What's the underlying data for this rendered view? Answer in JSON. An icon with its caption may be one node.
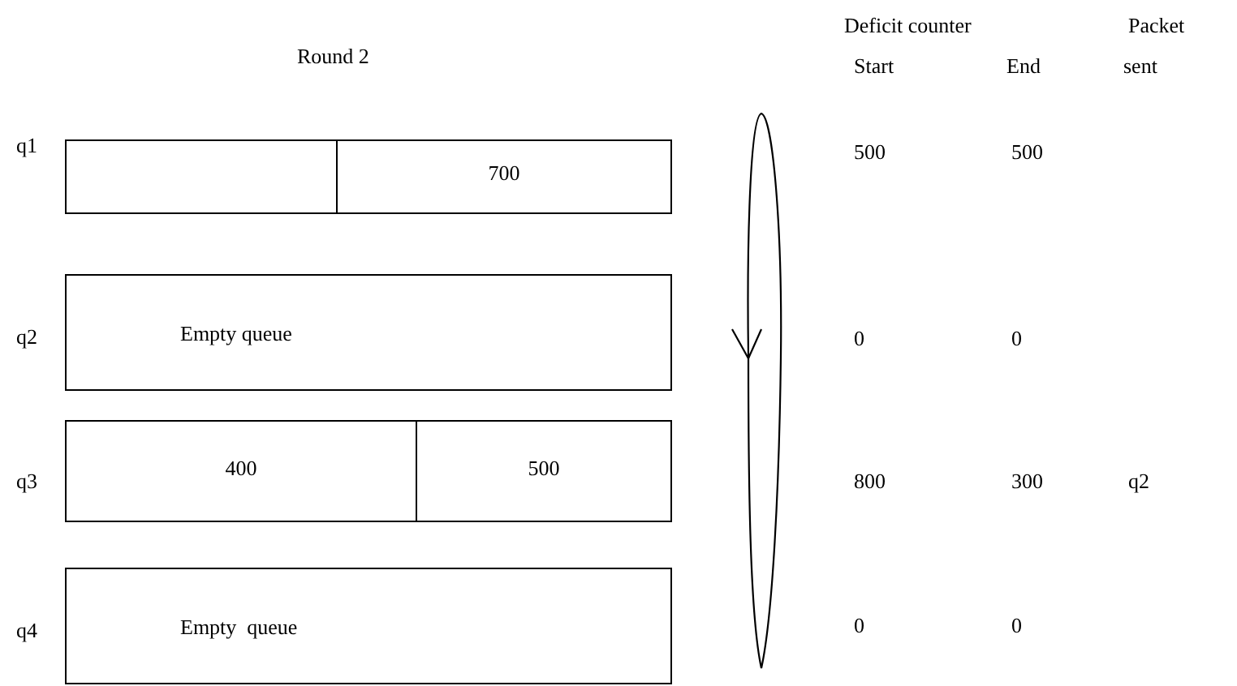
{
  "diagram": {
    "title": "Round 2",
    "nodes": [
      {
        "text": [],
        "shape": "box",
        "beside": [
          "q1"
        ]
      },
      {
        "text": [],
        "shape": "box",
        "in": 0
      },
      {
        "text": [
          "700"
        ],
        "in": 0
      },
      {
        "text": [
          "Empty queue"
        ],
        "beside": [
          "q2"
        ]
      },
      {
        "text": [],
        "shape": "box",
        "beside": [
          "q3"
        ]
      },
      {
        "text": [
          "400"
        ],
        "in": 4
      },
      {
        "text": [
          "500"
        ],
        "in": 4
      },
      {
        "text": [
          "Empty  queue"
        ],
        "beside": [
          "q4"
        ]
      }
    ],
    "edges": [],
    "labels": [
      "Deficit counter",
      "Packet",
      "Start",
      "End",
      "sent",
      "500",
      "500",
      "0",
      "0",
      "800",
      "300",
      "q2",
      "0",
      "0"
    ]
  }
}
